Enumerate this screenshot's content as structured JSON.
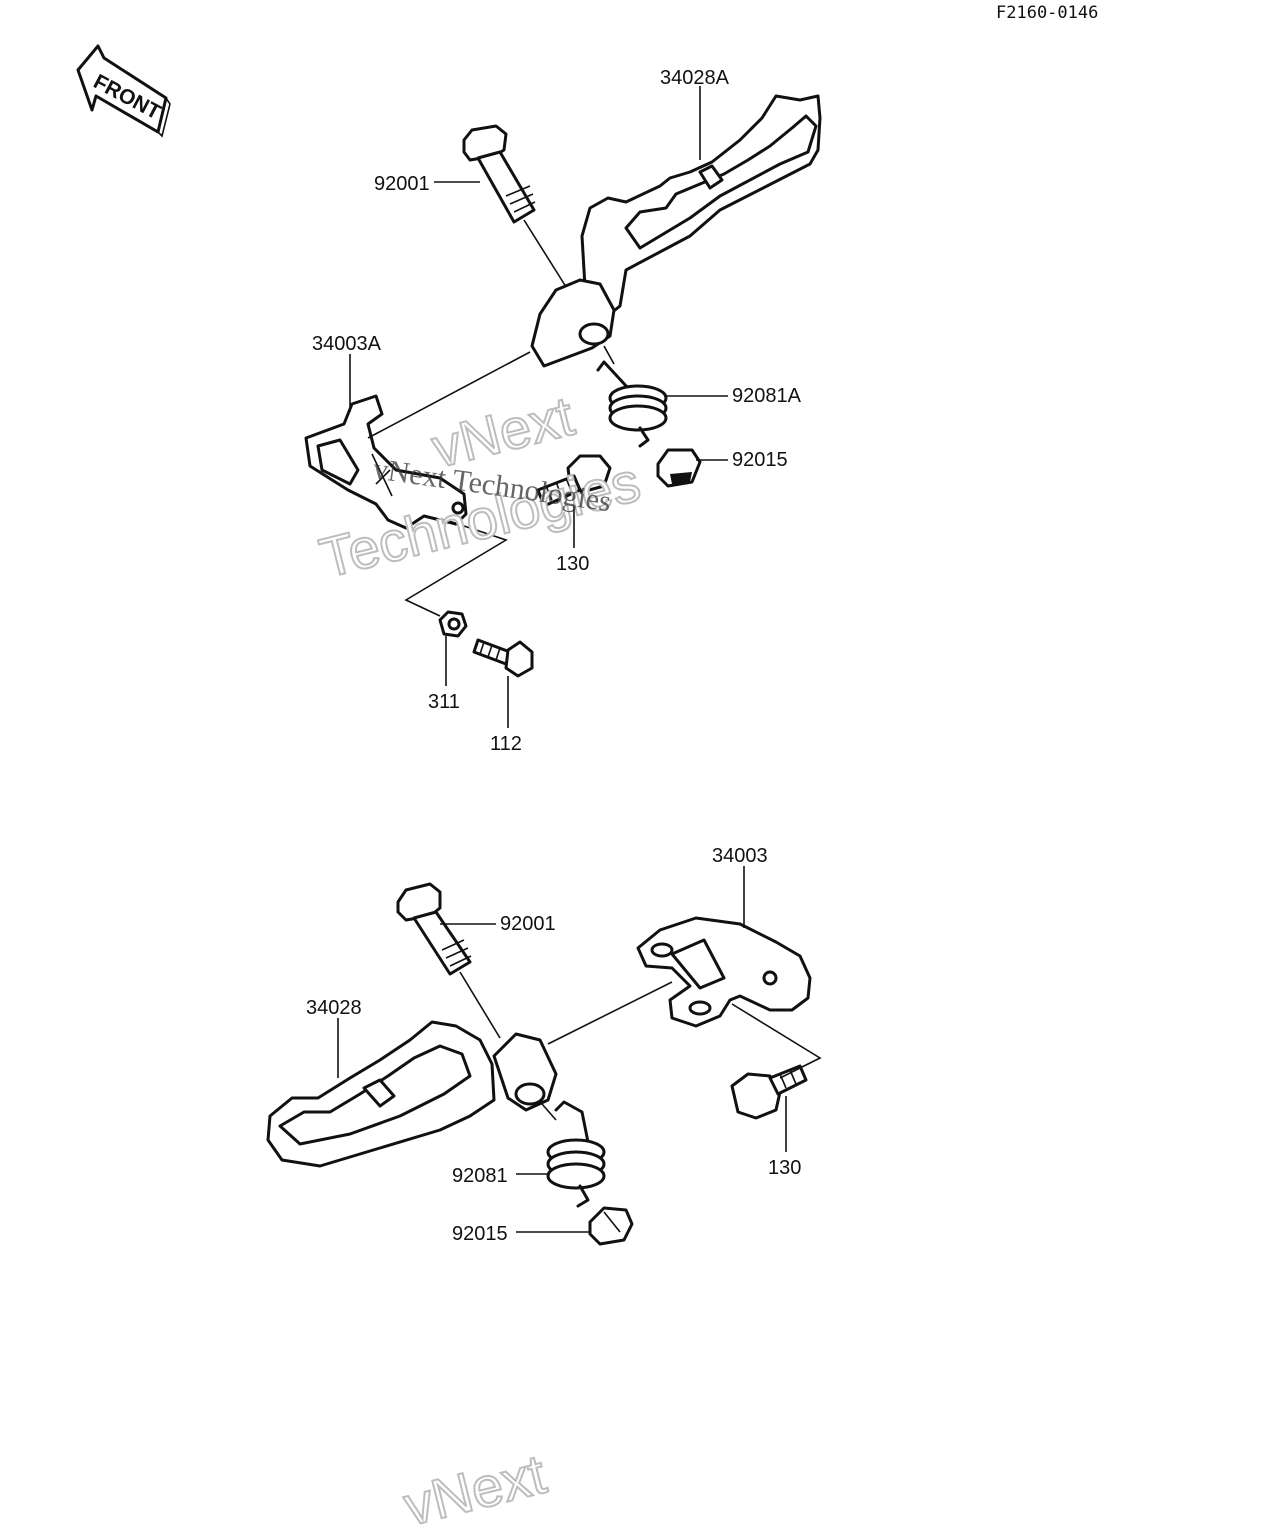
{
  "diagram_code": "F2160-0146",
  "front_label": "FRONT",
  "watermark": {
    "line1": "vNext",
    "line2": "Technologies",
    "inline": "vNext Technologies"
  },
  "upper_assembly": {
    "peg": "34028A",
    "bracket": "34003A",
    "pin": "92001",
    "spring": "92081A",
    "clip": "92015",
    "bolt": "130",
    "nut": "311",
    "small_bolt": "112"
  },
  "lower_assembly": {
    "pin": "92001",
    "bracket": "34003",
    "peg": "34028",
    "spring": "92081",
    "clip": "92015",
    "bolt": "130"
  }
}
